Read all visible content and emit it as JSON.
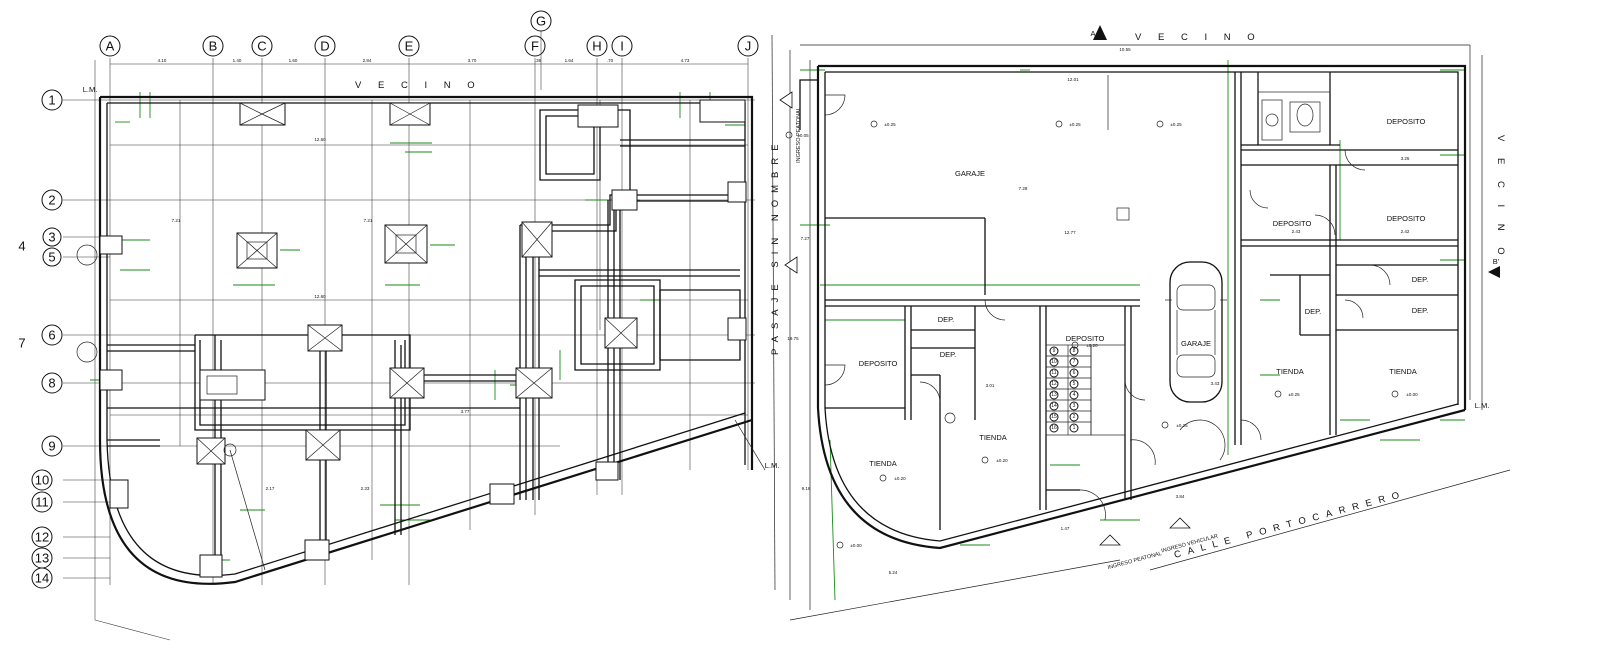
{
  "left_plan": {
    "col_axes": [
      "A",
      "B",
      "C",
      "D",
      "E",
      "F",
      "G",
      "H",
      "I",
      "J"
    ],
    "row_axes": [
      "1",
      "2",
      "3",
      "4",
      "5",
      "6",
      "7",
      "8",
      "9",
      "10",
      "11",
      "12",
      "13",
      "14"
    ],
    "top_label": "V E C I N O",
    "line_label": "L.M.",
    "top_dims": [
      "4.10",
      "1.40",
      "1.60",
      "2.84",
      "3.70",
      ".36",
      "1.64",
      ".70",
      "4.73"
    ],
    "inner_dims": [
      "12.60",
      "12.60",
      "7.21",
      "7.21",
      "2.17",
      "2.33",
      "3.77"
    ]
  },
  "right_plan": {
    "street_top": "V E C I N O",
    "street_right": "V E C I N O",
    "street_left": "PASAJE SIN NOMBRE",
    "street_bottom": "CALLE PORTOCARRERO",
    "section_a": "A",
    "section_b": "B'",
    "lm_label": "L.M.",
    "rooms": {
      "garaje_main": "GARAJE",
      "garaje_car": "GARAJE",
      "deposito_1": "DEPOSITO",
      "deposito_2": "DEPOSITO",
      "deposito_3": "DEPOSITO",
      "deposito_4": "DEPOSITO",
      "deposito_5": "DEPOSITO",
      "dep_1": "DEP.",
      "dep_2": "DEP.",
      "dep_3": "DEP.",
      "dep_4": "DEP.",
      "dep_5": "DEP.",
      "tienda_1": "TIENDA",
      "tienda_2": "TIENDA",
      "tienda_3": "TIENDA",
      "tienda_4": "TIENDA"
    },
    "entrances": {
      "peatonal_side": "INGRESO PEATONAL",
      "peatonal_front": "INGRESO PEATONAL",
      "vehicular": "INGRESO VEHICULAR"
    },
    "levels": [
      "±0.25",
      "±0.25",
      "±0.25",
      "±0.05",
      "±0.20",
      "±0.25",
      "±0.20",
      "±0.20",
      "±0.25",
      "±0.00",
      "±0.00"
    ],
    "stair_steps": [
      "1",
      "2",
      "3",
      "4",
      "5",
      "6",
      "7",
      "8",
      "9",
      "10",
      "11",
      "12",
      "13",
      "14",
      "15",
      "16"
    ],
    "dims": [
      "10.55",
      "12.01",
      "12.77",
      "7.28",
      "7.27",
      "19.75",
      "9.16",
      "3.01",
      "3.43",
      "2.43",
      "2.42",
      "3.26",
      "3.84",
      "5.24",
      "1.47"
    ]
  }
}
